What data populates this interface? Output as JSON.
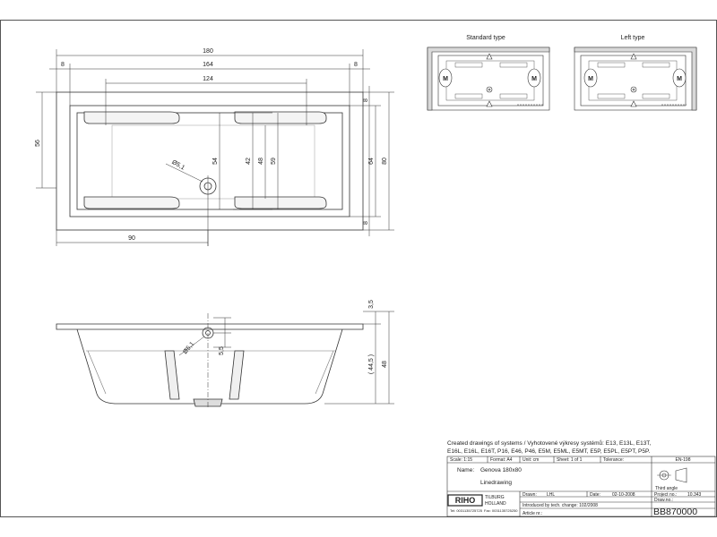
{
  "plan": {
    "dims": {
      "d180": "180",
      "d164": "164",
      "d124": "124",
      "d8a": "8",
      "d8b": "8",
      "d56": "56",
      "d54": "54",
      "d42": "42",
      "d48": "48",
      "d59": "59",
      "d64": "64",
      "d80": "80",
      "d8c": "8",
      "d8d": "8",
      "d90": "90",
      "dia": "Ø5,1"
    }
  },
  "section": {
    "dims": {
      "d3_5": "3,5",
      "d5_5": "5,5",
      "d44_5": "( 44,5 )",
      "d48": "48",
      "dia": "Ø5,1"
    }
  },
  "variants": {
    "standard_label": "Standard type",
    "left_label": "Left type",
    "motor": "M"
  },
  "titleblock": {
    "created_line1": "Created drawings of systems / Vyhotovené výkresy systémů: E13, E13L, E13T,",
    "created_line2": "E16L, E16L, E16T, P16, E46, P46, E5M, E5ML, E5MT, E5P, E5PL, E5PT, P5P.",
    "scale": "Scale: 1:15",
    "format": "Format: A4",
    "unit": "Unit: cm",
    "sheet": "Sheet: 1 of 1",
    "tolerance": "Tolerance:",
    "standard": "EN-198",
    "name_label": "Name:",
    "name_value": "Genova 180x80",
    "subtitle": "Linedrawing",
    "projection": "Third angle",
    "drawn_label": "Drawn:",
    "drawn_value": "LHL",
    "date_label": "Date:",
    "date_value": "02-10-2008",
    "project_label": "Project no.:",
    "project_value": "10.343",
    "introduced": "Introduced by tech. change: 102/2008",
    "drawno_label": "Draw.no.:",
    "drawno_value": "BB870000",
    "article_label": "Article nr.:",
    "company_logo": "RIHO",
    "company_city": "TILBURG",
    "company_country": "HOLLAND",
    "company_phone": "Tel: 0031135725725",
    "company_fax": "Fax: 0031135725250"
  }
}
